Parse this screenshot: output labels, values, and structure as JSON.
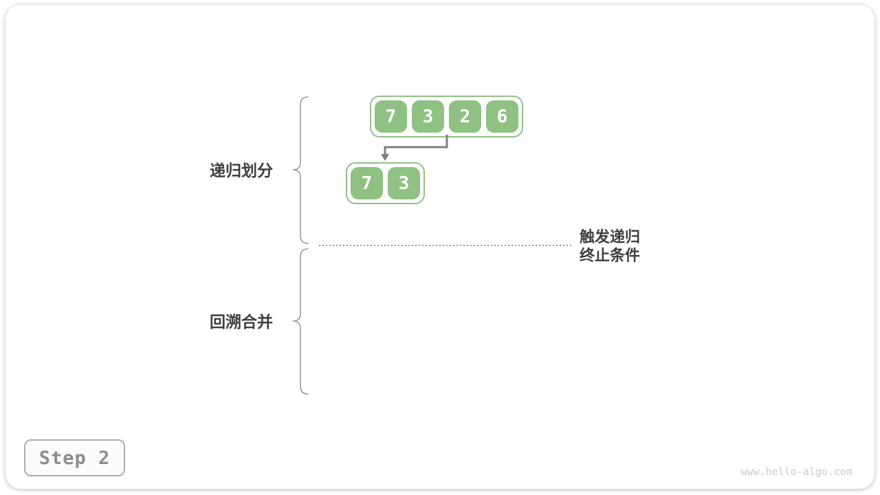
{
  "figure": {
    "phase_labels": {
      "divide": "递归划分",
      "merge": "回溯合并"
    },
    "termination_note": {
      "line1": "触发递归",
      "line2": "终止条件"
    },
    "arrays": {
      "level1": {
        "values": [
          "7",
          "3",
          "2",
          "6"
        ]
      },
      "level2_left": {
        "values": [
          "7",
          "3"
        ]
      }
    },
    "step_badge": {
      "label": "Step 2"
    },
    "watermark": {
      "text": "www.hello-algo.com"
    },
    "colors": {
      "cell_green": "#8FC183",
      "container_border_green": "#8FC183",
      "arrow_gray": "#7E7E7E",
      "brace_gray": "#9A9A9A",
      "label_dark": "#3E3E3E",
      "step_text_gray": "#8C8C8C",
      "step_border_gray": "#ACACAC",
      "watermark_gray": "#CBCBCB"
    }
  }
}
